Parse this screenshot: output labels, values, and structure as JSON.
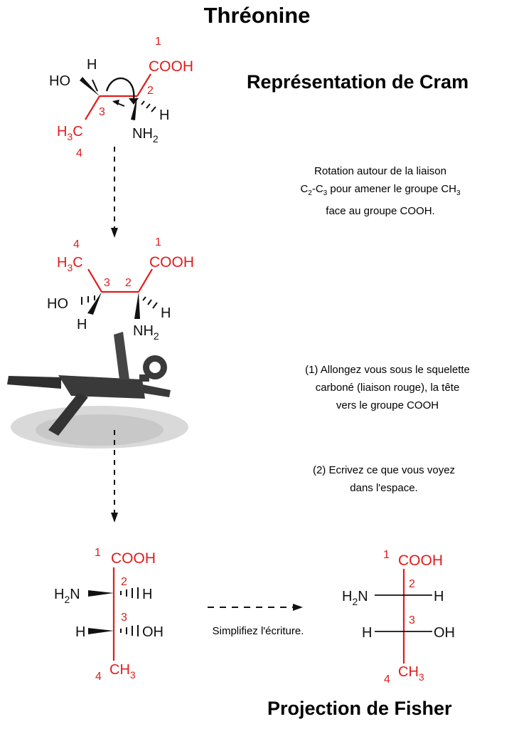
{
  "title": "Thréonine",
  "cram_heading": "Représentation de Cram",
  "fisher_heading": "Projection de Fisher",
  "colors": {
    "carbon_chain": "#e21b1b",
    "text": "#111111",
    "figure": "#3a3a3a"
  },
  "notes": {
    "rotation_prefix": "Rotation autour de la liaison",
    "rotation_c": "C",
    "rotation_sub2": "2",
    "rotation_dash": "-C",
    "rotation_sub3": "3",
    "rotation_mid": " pour amener le groupe CH",
    "rotation_sub3b": "3",
    "rotation_line3": "face au groupe COOH.",
    "lie_down_line1": "(1) Allongez vous sous le squelette",
    "lie_down_line2": "carboné (liaison rouge), la tête",
    "lie_down_line3": "vers le groupe COOH",
    "write_line1": "(2) Ecrivez ce que vous voyez",
    "write_line2": "dans l'espace.",
    "simplify": "Simplifiez l'écriture."
  },
  "labels": {
    "n1": "1",
    "n2": "2",
    "n3": "3",
    "n4": "4",
    "cooh": "COOH",
    "ho": "HO",
    "oh": "OH",
    "h": "H",
    "nh": "NH",
    "hn": "H",
    "n_after": "N",
    "sub2": "2",
    "sub3": "3",
    "c": "C",
    "ch": "CH"
  }
}
